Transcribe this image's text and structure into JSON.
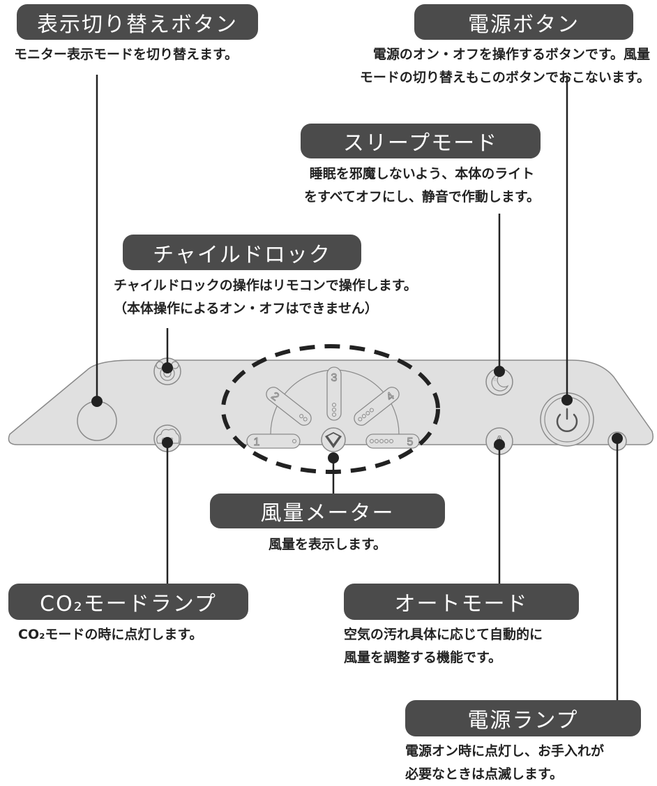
{
  "display_toggle": {
    "title": "表示切り替えボタン",
    "desc": [
      "モニター表示モードを切り替えます。"
    ]
  },
  "power_button": {
    "title": "電源ボタン",
    "desc": [
      "電源のオン・オフを操作するボタンです。風量",
      "モードの切り替えもこのボタンでおこないます。"
    ]
  },
  "sleep_mode": {
    "title": "スリープモード",
    "desc": [
      "睡眠を邪魔しないよう、本体のライト",
      "をすべてオフにし、静音で作動します。"
    ]
  },
  "child_lock": {
    "title": "チャイルドロック",
    "desc": [
      "チャイルドロックの操作はリモコンで操作します。",
      "（本体操作によるオン・オフはできません）"
    ]
  },
  "airflow_meter": {
    "title": "風量メーター",
    "desc": [
      "風量を表示します。"
    ]
  },
  "co2_lamp": {
    "title": "CO₂モードランプ",
    "desc": [
      "CO₂モードの時に点灯します。"
    ]
  },
  "auto_mode": {
    "title": "オートモード",
    "desc": [
      "空気の汚れ具体に応じて自動的に",
      "風量を調整する機能です。"
    ]
  },
  "power_lamp": {
    "title": "電源ランプ",
    "desc": [
      "電源オン時に点灯し、お手入れが",
      "必要なときは点滅します。"
    ]
  },
  "panel": {
    "level_labels": [
      "1",
      "2",
      "3",
      "4",
      "5"
    ],
    "co2_icon_text": "CO2",
    "auto_icon_text": "A"
  },
  "colors": {
    "label_bg": "#4b4b4b",
    "panel_fill": "#e0e0e0",
    "panel_stroke": "#8a8a8a",
    "leader": "#222222"
  }
}
